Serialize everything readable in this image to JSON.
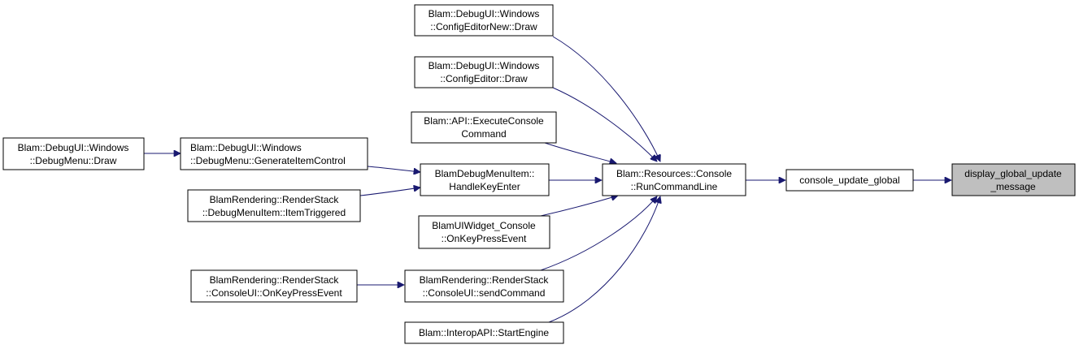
{
  "colors": {
    "edge": "#191970",
    "node_border": "#000000",
    "highlight_fill": "#bfbfbf"
  },
  "nodes": {
    "config_editor_new": [
      "Blam::DebugUI::Windows",
      "::ConfigEditorNew::Draw"
    ],
    "config_editor": [
      "Blam::DebugUI::Windows",
      "::ConfigEditor::Draw"
    ],
    "execute_console": [
      "Blam::API::ExecuteConsole",
      "Command"
    ],
    "debug_menu_draw": [
      "Blam::DebugUI::Windows",
      "::DebugMenu::Draw"
    ],
    "generate_item_control": [
      "Blam::DebugUI::Windows",
      "::DebugMenu::GenerateItemControl"
    ],
    "handle_key_enter": [
      "BlamDebugMenuItem::",
      "HandleKeyEnter"
    ],
    "run_command_line": [
      "Blam::Resources::Console",
      "::RunCommandLine"
    ],
    "console_update_global": [
      "console_update_global"
    ],
    "display_global_update": [
      "display_global_update",
      "_message"
    ],
    "render_stack_item_triggered": [
      "BlamRendering::RenderStack",
      "::DebugMenuItem::ItemTriggered"
    ],
    "ui_widget_console": [
      "BlamUIWidget_Console",
      "::OnKeyPressEvent"
    ],
    "consoleui_onkeypress": [
      "BlamRendering::RenderStack",
      "::ConsoleUI::OnKeyPressEvent"
    ],
    "consoleui_sendcommand": [
      "BlamRendering::RenderStack",
      "::ConsoleUI::sendCommand"
    ],
    "interop_start_engine": [
      "Blam::InteropAPI::StartEngine"
    ]
  }
}
